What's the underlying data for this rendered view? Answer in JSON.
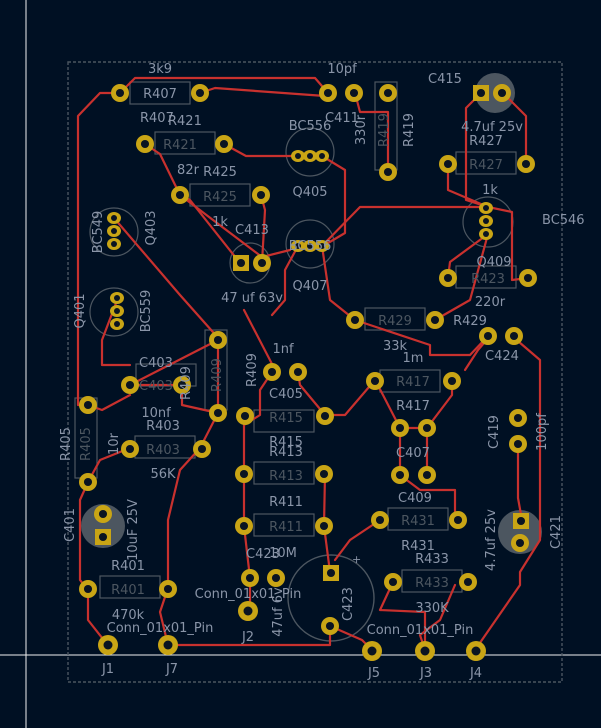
{
  "colors": {
    "background": "#001023",
    "edge_cut": "#4a5560",
    "track": "#c8312e",
    "silk": "#8a95a8",
    "fab": "#4c5660",
    "pad": "#c9a515",
    "hole": "#0a1422",
    "axis": "#f0f0f0"
  },
  "icons": {
    "polarity_mark": "plus-sign",
    "pad_round": "round-pad",
    "pad_square": "square-pad"
  },
  "components": [
    {
      "ref": "R407",
      "value": "3k9"
    },
    {
      "ref": "R421",
      "value": "82r"
    },
    {
      "ref": "R425",
      "value": "1k"
    },
    {
      "ref": "C413",
      "value": "47 uf 63v"
    },
    {
      "ref": "C411",
      "value": "10pf"
    },
    {
      "ref": "R419",
      "value": "330r"
    },
    {
      "ref": "Q405",
      "value": "BC556"
    },
    {
      "ref": "Q407",
      "value": "BC556"
    },
    {
      "ref": "C415",
      "value": "4.7uf 25v"
    },
    {
      "ref": "R427",
      "value": "1k"
    },
    {
      "ref": "Q409",
      "value": "BC546"
    },
    {
      "ref": "R423",
      "value": "220r"
    },
    {
      "ref": "Q403",
      "value": "BC549"
    },
    {
      "ref": "Q401",
      "value": "BC559"
    },
    {
      "ref": "C403",
      "value": "10nf"
    },
    {
      "ref": "R409",
      "value": ""
    },
    {
      "ref": "R429",
      "value": "33k"
    },
    {
      "ref": "C424",
      "value": ""
    },
    {
      "ref": "C405",
      "value": "1nf"
    },
    {
      "ref": "R415",
      "value": ""
    },
    {
      "ref": "R417",
      "value": "1m"
    },
    {
      "ref": "R405",
      "value": "10r"
    },
    {
      "ref": "R403",
      "value": "56K"
    },
    {
      "ref": "C407",
      "value": ""
    },
    {
      "ref": "C419",
      "value": "100pf"
    },
    {
      "ref": "R413",
      "value": ""
    },
    {
      "ref": "C409",
      "value": ""
    },
    {
      "ref": "R411",
      "value": "10M"
    },
    {
      "ref": "R431",
      "value": ""
    },
    {
      "ref": "C421",
      "value": "4.7uf 25v"
    },
    {
      "ref": "C401",
      "value": "10uF 25V"
    },
    {
      "ref": "R401",
      "value": "470k"
    },
    {
      "ref": "C423",
      "value": "47uf 6v"
    },
    {
      "ref": "R433",
      "value": "330K"
    },
    {
      "ref": "J2",
      "value": "Conn_01x01_Pin"
    },
    {
      "ref": "J1",
      "value": "Conn_01x01_Pin"
    },
    {
      "ref": "J7",
      "value": ""
    },
    {
      "ref": "J5",
      "value": "Conn_01x01_Pin"
    },
    {
      "ref": "J3",
      "value": "Conn_01x01_Pin"
    },
    {
      "ref": "J4",
      "value": "Conn_01x01_Pin"
    }
  ]
}
